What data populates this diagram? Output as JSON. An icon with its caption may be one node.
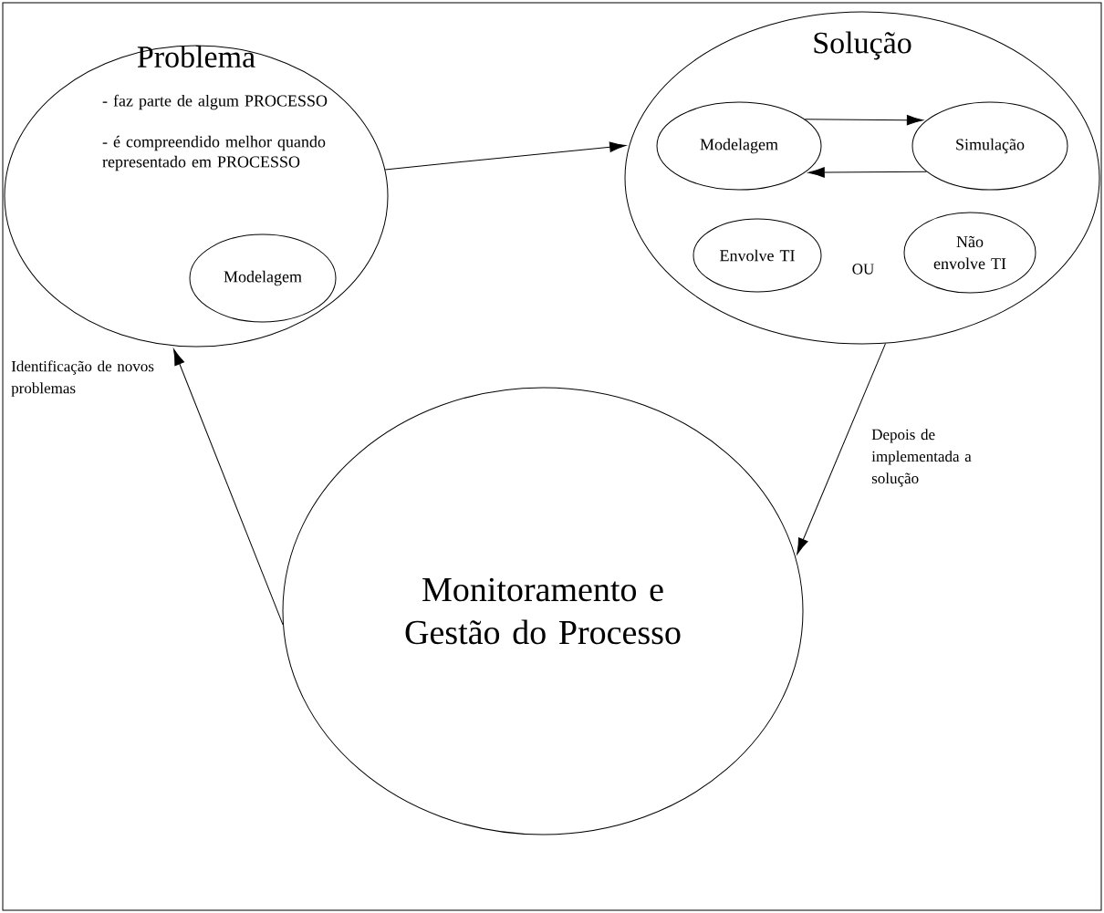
{
  "diagram": {
    "nodes": [
      {
        "text": [
          "Problema",
          "- faz parte de algum PROCESSO",
          "- é compreendido melhor quando representado em PROCESSO"
        ]
      },
      {
        "text": [
          "Modelagem"
        ],
        "in": 0
      },
      {
        "text": [
          "Solução"
        ]
      },
      {
        "text": [
          "Modelagem"
        ],
        "in": 2
      },
      {
        "text": [
          "Simulação"
        ],
        "in": 2
      },
      {
        "text": [
          "Envolve TI"
        ],
        "in": 2
      },
      {
        "text": [
          "Não envolve TI"
        ],
        "in": 2
      },
      {
        "text": [
          "Monitoramento e Gestão do Processo"
        ]
      }
    ],
    "edges": [
      {
        "from": 0,
        "to": 2,
        "arrow": "to"
      },
      {
        "from": 3,
        "to": 4,
        "arrow": "to"
      },
      {
        "from": 4,
        "to": 3,
        "arrow": "to"
      },
      {
        "from": 2,
        "to": 7,
        "arrow": "to",
        "label": "Depois de implementada a solução"
      },
      {
        "from": 7,
        "to": 0,
        "arrow": "to",
        "label": "Identificação de novos problemas"
      }
    ],
    "labels": [
      "OU"
    ]
  }
}
